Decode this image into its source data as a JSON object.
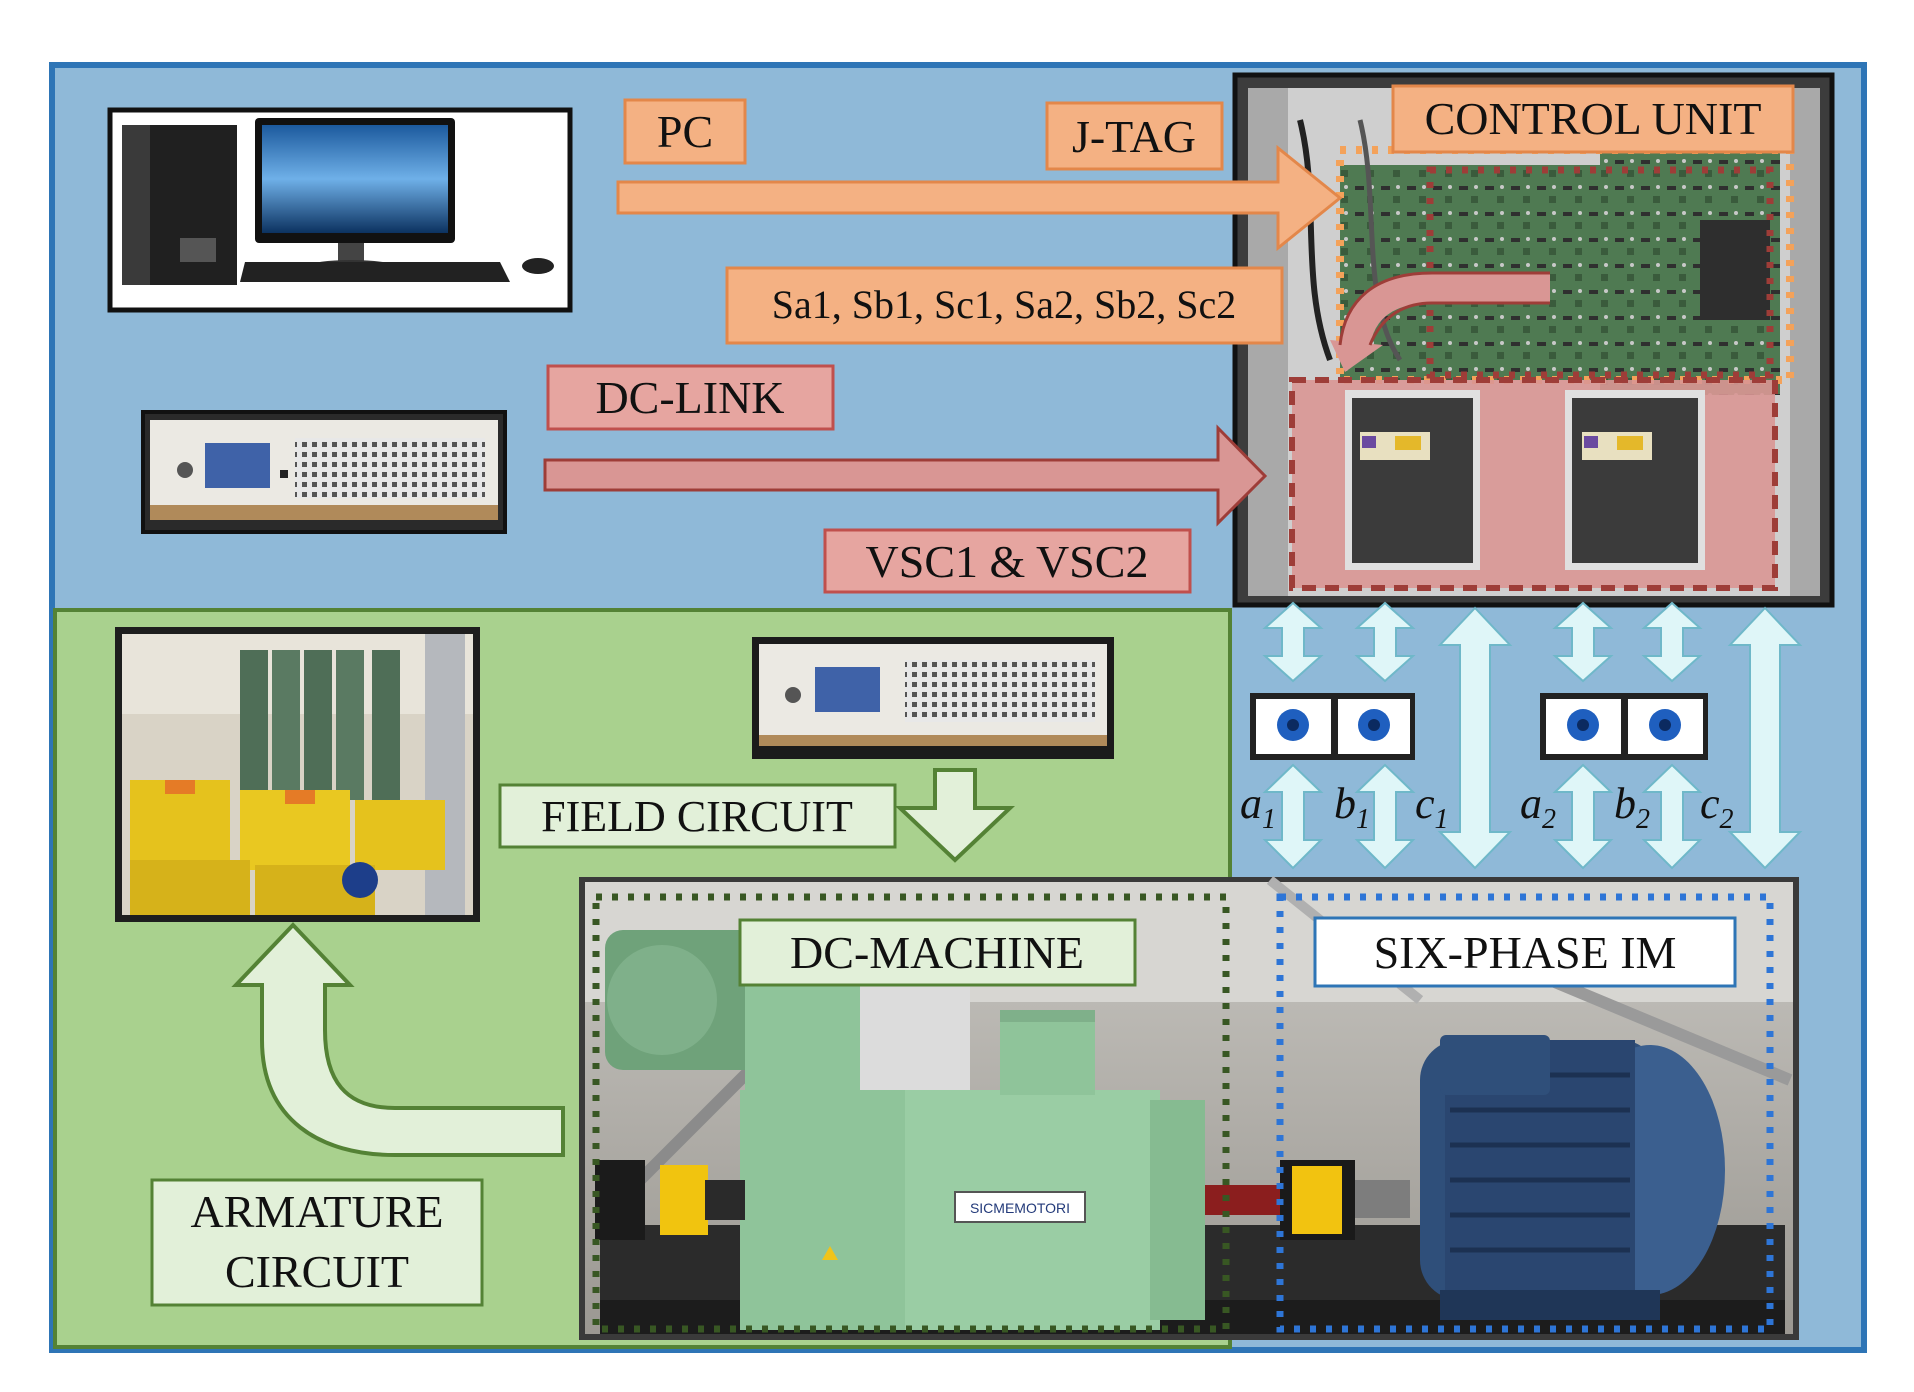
{
  "labels": {
    "pc": "PC",
    "jtag": "J-TAG",
    "control_unit": "CONTROL UNIT",
    "signals": "Sa1, Sb1, Sc1, Sa2, Sb2, Sc2",
    "dc_link": "DC-LINK",
    "vsc": "VSC1 & VSC2",
    "field_circuit": "FIELD CIRCUIT",
    "armature_line1": "ARMATURE",
    "armature_line2": "CIRCUIT",
    "dc_machine": "DC-MACHINE",
    "six_phase_im": "SIX-PHASE IM",
    "brand_plate": "SICMEMOTORI"
  },
  "phases": {
    "a1": "a",
    "a1_sub": "1",
    "b1": "b",
    "b1_sub": "1",
    "c1": "c",
    "c1_sub": "1",
    "a2": "a",
    "a2_sub": "2",
    "b2": "b",
    "b2_sub": "2",
    "c2": "c",
    "c2_sub": "2"
  },
  "colors": {
    "top_panel": "#8fb9d8",
    "bottom_panel": "#a9d18e",
    "frame_border": "#2e75b6",
    "green_border": "#548235",
    "label_orange": "#f4b183",
    "label_red": "#e6a5a0",
    "vsc_overlay": "#d99694",
    "arrow_light": "#dff6f8",
    "green_label": "#e2f0d9",
    "dc_machine_green": "#8fc49a",
    "motor_blue": "#2f4f7a"
  }
}
